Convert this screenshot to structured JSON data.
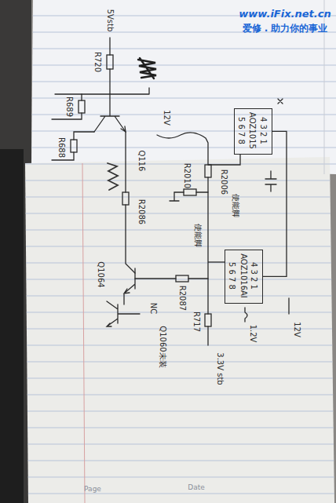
{
  "diagram": {
    "nodes": [
      {
        "text": [
          "4 3 2 1",
          "AOZ1015",
          "5 6 7 8"
        ]
      },
      {
        "text": [
          "4 3 2 1",
          "AOZ1016AI",
          "5 6 7 8"
        ]
      }
    ],
    "edges": [
      {
        "from": 0,
        "to": 1,
        "arrow": "none"
      }
    ],
    "labels": [
      "www.iFix.net.cn",
      "爱修 . 助力你的事业",
      "5Vstb",
      "R720",
      "R689",
      "R688",
      "Q116",
      "12V",
      "R2006",
      "R2010",
      "使能脚",
      "使能脚",
      "R2086",
      "Q1064",
      "R2087",
      "NC",
      "Q1060未装",
      "12V",
      "1.2V",
      "R717",
      "3.3V stb",
      "Page",
      "Date"
    ]
  }
}
